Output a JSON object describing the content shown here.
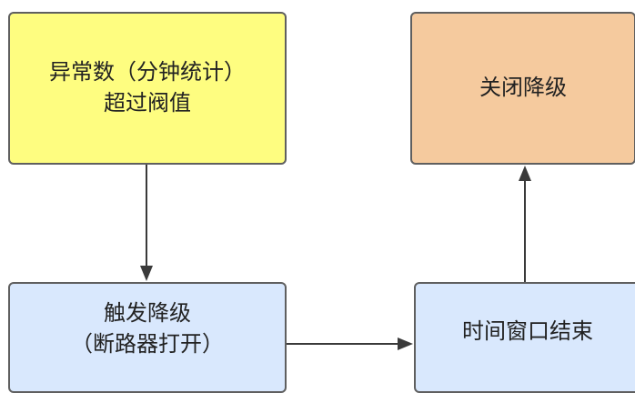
{
  "diagram": {
    "nodes": {
      "threshold": {
        "label": "异常数（分钟统计）\n超过阀值",
        "color": "#fefd80"
      },
      "trigger": {
        "label": "触发降级\n（断路器打开）",
        "color": "#d9e8fd"
      },
      "window_end": {
        "label": "时间窗口结束",
        "color": "#d9e8fd"
      },
      "close": {
        "label": "关闭降级",
        "color": "#f5ca9e"
      }
    },
    "edges": [
      {
        "from": "threshold",
        "to": "trigger"
      },
      {
        "from": "trigger",
        "to": "window_end"
      },
      {
        "from": "window_end",
        "to": "close"
      }
    ],
    "colors": {
      "border": "#5f5f5f",
      "arrow": "#3a3a3a"
    }
  }
}
